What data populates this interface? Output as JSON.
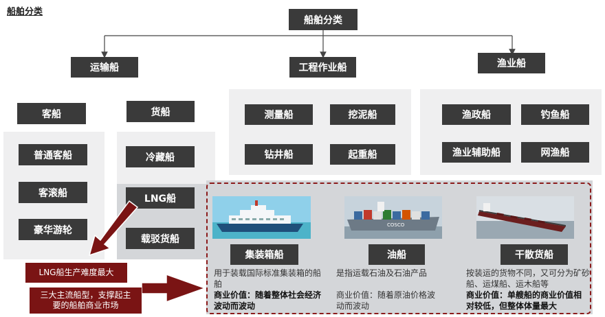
{
  "page_title": "船舶分类",
  "root": "船舶分类",
  "categories": {
    "transport": "运输船",
    "engineering": "工程作业船",
    "fishing": "渔业船"
  },
  "transport": {
    "passenger": {
      "label": "客船",
      "items": [
        "普通客船",
        "客滚船",
        "豪华游轮"
      ]
    },
    "cargo": {
      "label": "货船",
      "items": [
        "冷藏船",
        "LNG船",
        "载驳货船"
      ]
    }
  },
  "engineering_items": [
    "测量船",
    "挖泥船",
    "钻井船",
    "起重船"
  ],
  "fishing_items": [
    "渔政船",
    "钓鱼船",
    "渔业辅助船",
    "网渔船"
  ],
  "main_types": [
    {
      "label": "集装箱船",
      "desc": "用于装载国际标准集装箱的船舶",
      "value_label": "商业价值：",
      "value_text": "随着整体社会经济波动而波动",
      "value_bold": true
    },
    {
      "label": "油船",
      "desc": "是指运载石油及石油产品",
      "value_label": "商业价值：",
      "value_text": "随着原油价格波动而波动",
      "value_bold": false
    },
    {
      "label": "干散货船",
      "desc": "按装运的货物不同，又可分为矿砂船、运煤船、运木船等",
      "value_label": "商业价值：",
      "value_text": "单艘船的商业价值相对较低，但整体体量最大",
      "value_bold": true
    }
  ],
  "callouts": {
    "lng": "LNG船生产难度最大",
    "main": "三大主流船型，支撑起主要的船舶商业市场"
  },
  "ship_hull_text": "COSCO",
  "colors": {
    "box": "#3a3a3a",
    "panel": "#efeff0",
    "panel_dark": "#d4d6d9",
    "accent_red": "#7a1414",
    "dashed_border": "#8b1a1a"
  }
}
